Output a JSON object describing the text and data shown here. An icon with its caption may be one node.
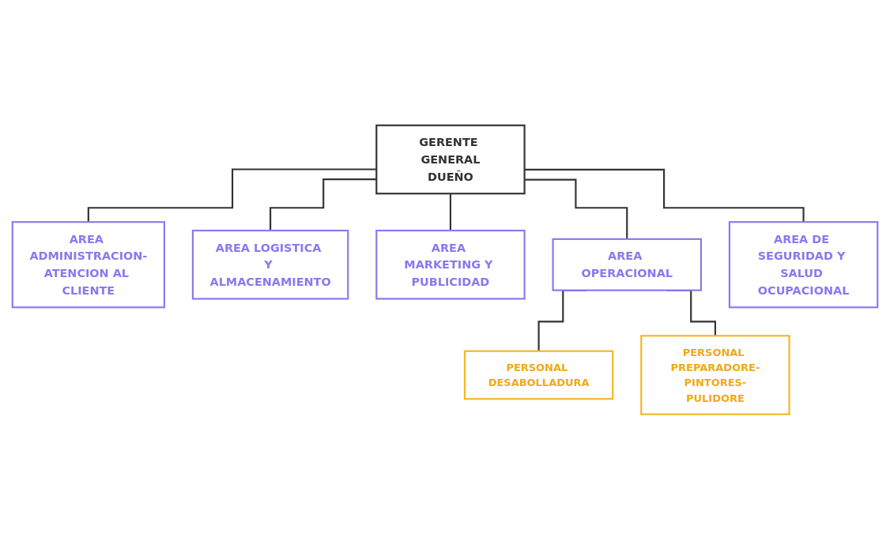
{
  "diagram": {
    "nodes": [
      {
        "text": [
          "GERENTE GENERAL",
          "DUEÑO"
        ]
      },
      {
        "text": [
          "AREA ADMINISTRACION-ATENCION AL CLIENTE"
        ]
      },
      {
        "text": [
          "AREA LOGISTICA Y ALMACENAMIENTO"
        ]
      },
      {
        "text": [
          "AREA MARKETING Y PUBLICIDAD"
        ]
      },
      {
        "text": [
          "AREA OPERACIONAL"
        ]
      },
      {
        "text": [
          "AREA DE SEGURIDAD Y SALUD OCUPACIONAL"
        ]
      },
      {
        "text": [
          "PERSONAL DESABOLLADURA"
        ]
      },
      {
        "text": [
          "PERSONAL PREPARADORE-PINTORES-PULIDORE"
        ]
      }
    ],
    "edges": [
      {
        "from": 0,
        "to": 1,
        "arrow": "none"
      },
      {
        "from": 0,
        "to": 2,
        "arrow": "none"
      },
      {
        "from": 0,
        "to": 3,
        "arrow": "none"
      },
      {
        "from": 0,
        "to": 4,
        "arrow": "none"
      },
      {
        "from": 0,
        "to": 5,
        "arrow": "none"
      },
      {
        "from": 4,
        "to": 6,
        "arrow": "none"
      },
      {
        "from": 4,
        "to": 7,
        "arrow": "none"
      }
    ]
  }
}
